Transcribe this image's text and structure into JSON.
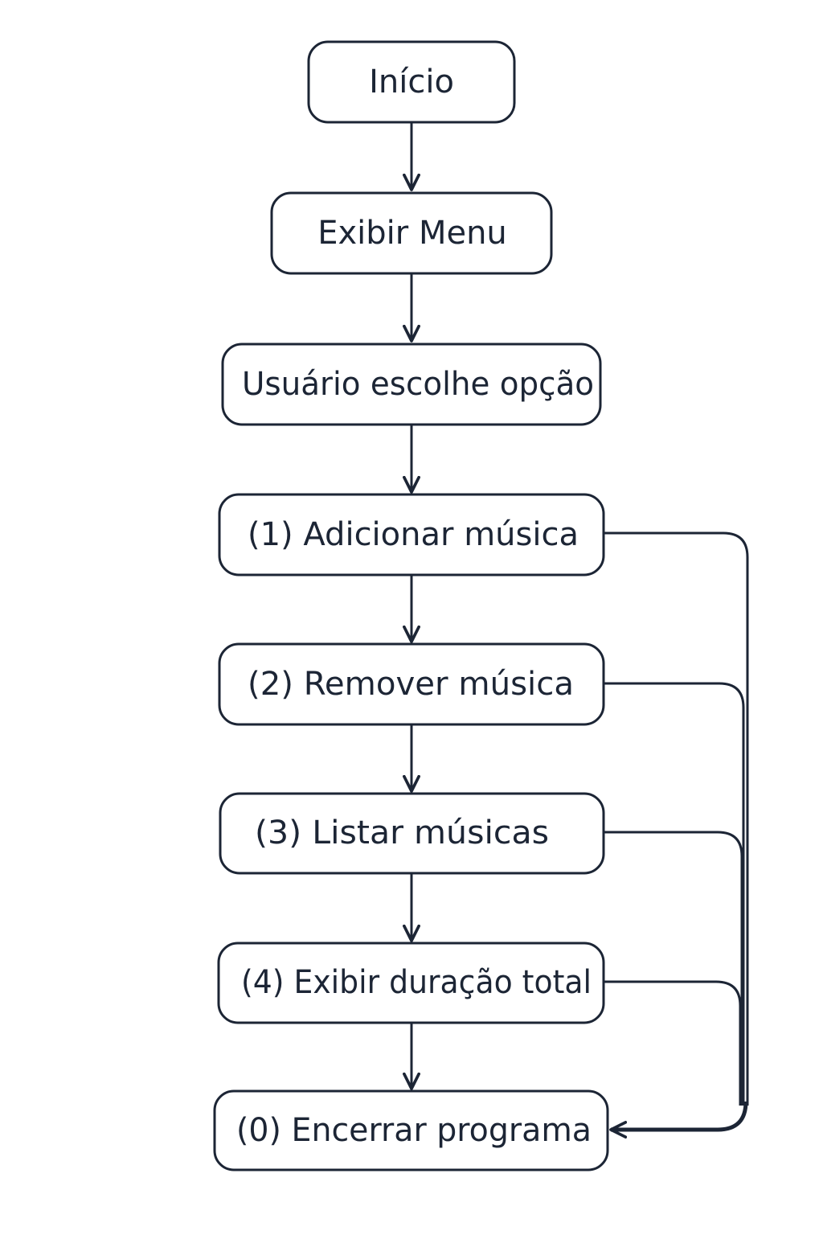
{
  "diagram": {
    "colors": {
      "stroke": "#1c2535",
      "node_fill": "#ffffff",
      "background": "#ffffff"
    },
    "nodes": [
      {
        "id": "inicio",
        "label": "Início"
      },
      {
        "id": "exibir-menu",
        "label": "Exibir Menu"
      },
      {
        "id": "usuario-escolhe",
        "label": "Usuário escolhe opção"
      },
      {
        "id": "adicionar",
        "label": "(1) Adicionar música"
      },
      {
        "id": "remover",
        "label": "(2) Remover música"
      },
      {
        "id": "listar",
        "label": "(3) Listar músicas"
      },
      {
        "id": "duracao",
        "label": "(4) Exibir duração total"
      },
      {
        "id": "encerrar",
        "label": "(0) Encerrar programa"
      }
    ],
    "edges": [
      {
        "from": "inicio",
        "to": "exibir-menu"
      },
      {
        "from": "exibir-menu",
        "to": "usuario-escolhe"
      },
      {
        "from": "usuario-escolhe",
        "to": "adicionar"
      },
      {
        "from": "adicionar",
        "to": "remover"
      },
      {
        "from": "remover",
        "to": "listar"
      },
      {
        "from": "listar",
        "to": "duracao"
      },
      {
        "from": "duracao",
        "to": "encerrar"
      },
      {
        "from": "adicionar",
        "to": "encerrar"
      },
      {
        "from": "remover",
        "to": "encerrar"
      },
      {
        "from": "listar",
        "to": "encerrar"
      },
      {
        "from": "duracao",
        "to": "encerrar"
      }
    ]
  }
}
